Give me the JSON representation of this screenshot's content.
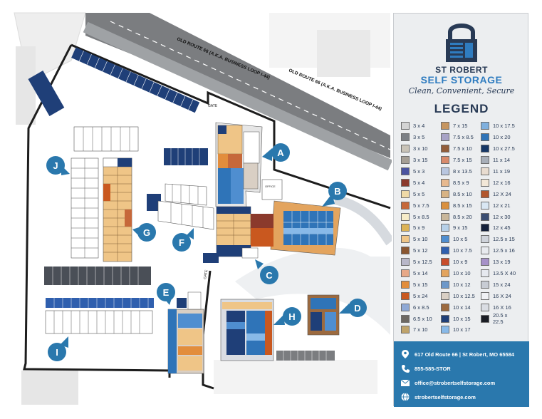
{
  "map": {
    "roads": [
      "OLD ROUTE 66 (A.K.A. BUSINESS LOOP I-44)",
      "OLD ROUTE 66 (A.K.A. BUSINESS LOOP I-44)"
    ],
    "gates": [
      "GATE",
      "GATE"
    ],
    "office_label": "OFFICE",
    "sections": [
      "A",
      "B",
      "C",
      "D",
      "E",
      "F",
      "G",
      "H",
      "I",
      "J"
    ]
  },
  "brand": {
    "line1": "ST ROBERT",
    "line2": "SELF STORAGE",
    "tagline": "Clean, Convenient, Secure"
  },
  "legend": {
    "title": "LEGEND",
    "columns": [
      [
        {
          "label": "3 x 4",
          "color": "#d4d4d4"
        },
        {
          "label": "3 x 5",
          "color": "#7d8186"
        },
        {
          "label": "3 x 10",
          "color": "#c9c3b7"
        },
        {
          "label": "3 x 15",
          "color": "#a59e94"
        },
        {
          "label": "5 x 3",
          "color": "#4a53a0"
        },
        {
          "label": "5 x 4",
          "color": "#8b3a2c"
        },
        {
          "label": "5 x 5",
          "color": "#efd9a6"
        },
        {
          "label": "5 x 7.5",
          "color": "#c6683a"
        },
        {
          "label": "5 x 8.5",
          "color": "#f7ecc8"
        },
        {
          "label": "5 x 9",
          "color": "#dcb356"
        },
        {
          "label": "5 x 10",
          "color": "#efc587"
        },
        {
          "label": "5 x 12",
          "color": "#8a5630"
        },
        {
          "label": "5 x 12.5",
          "color": "#b8b7c8"
        },
        {
          "label": "5 x 14",
          "color": "#e7a887"
        },
        {
          "label": "5 x 15",
          "color": "#e28d3c"
        },
        {
          "label": "5 x 24",
          "color": "#c9581f"
        },
        {
          "label": "6 x 8.5",
          "color": "#8fa9d5"
        },
        {
          "label": "6.5 x 10",
          "color": "#6d6862"
        },
        {
          "label": "7 x 10",
          "color": "#bfa36b"
        }
      ],
      [
        {
          "label": "7 x 15",
          "color": "#c6955f"
        },
        {
          "label": "7.5 x 8.5",
          "color": "#a8a3c6"
        },
        {
          "label": "7.5 x 10",
          "color": "#925d3a"
        },
        {
          "label": "7.5 x 15",
          "color": "#d88a6b"
        },
        {
          "label": "8 x 13.5",
          "color": "#b9c6df"
        },
        {
          "label": "8.5 x 9",
          "color": "#e7b98f"
        },
        {
          "label": "8.5 x 10",
          "color": "#d8b384"
        },
        {
          "label": "8.5 x 15",
          "color": "#d9903f"
        },
        {
          "label": "8.5 x 20",
          "color": "#c9b79b"
        },
        {
          "label": "9 x 15",
          "color": "#b6d0e8"
        },
        {
          "label": "10 x 5",
          "color": "#4f8ed0"
        },
        {
          "label": "10 x 7.5",
          "color": "#2f5fae"
        },
        {
          "label": "10 x 9",
          "color": "#c84d2b"
        },
        {
          "label": "10 x 10",
          "color": "#e3a45e"
        },
        {
          "label": "10 x 12",
          "color": "#6d98c9"
        },
        {
          "label": "10 x 12.5",
          "color": "#d9cfc4"
        },
        {
          "label": "10 x 14",
          "color": "#9c6a3f"
        },
        {
          "label": "10 x 15",
          "color": "#1f3f78"
        },
        {
          "label": "10 x 17",
          "color": "#88b9e8"
        }
      ],
      [
        {
          "label": "10 x 17.5",
          "color": "#7fb0de"
        },
        {
          "label": "10 x 20",
          "color": "#2f74b8"
        },
        {
          "label": "10 x 27.5",
          "color": "#163766"
        },
        {
          "label": "11 x 14",
          "color": "#a7aeb8"
        },
        {
          "label": "11 x 19",
          "color": "#e8dcd0"
        },
        {
          "label": "12 x 16",
          "color": "#f3e8d8"
        },
        {
          "label": "12 X 24",
          "color": "#b2562c"
        },
        {
          "label": "12 x 21",
          "color": "#d9e7f3"
        },
        {
          "label": "12 x 30",
          "color": "#3b4e72"
        },
        {
          "label": "12 x 45",
          "color": "#15213a"
        },
        {
          "label": "12.5 x 15",
          "color": "#cfd3da"
        },
        {
          "label": "12.5 x 16",
          "color": "#e8eaee"
        },
        {
          "label": "13 x 19",
          "color": "#a691c8"
        },
        {
          "label": "13.5 X 40",
          "color": "#e6e9ef"
        },
        {
          "label": "15 x 24",
          "color": "#c8ccd4"
        },
        {
          "label": "16 X 24",
          "color": "#f0f1f4"
        },
        {
          "label": "16 X 16",
          "color": "#dadde3"
        },
        {
          "label": "20.5 x 22.5",
          "color": "#1a1d24"
        }
      ]
    ]
  },
  "contact": {
    "address": "617 Old Route 66  |  St Robert, MO 65584",
    "phone": "855-585-STOR",
    "email": "office@strobertselfstorage.com",
    "website": "strobertselfstorage.com"
  },
  "colors": {
    "brand_dark": "#283a55",
    "brand_blue": "#2f7cc0",
    "marker": "#2a78ad",
    "contact_bg": "#2a78ad"
  },
  "icons": [
    "location-pin-icon",
    "phone-icon",
    "email-icon",
    "globe-icon",
    "padlock-building-logo-icon"
  ]
}
